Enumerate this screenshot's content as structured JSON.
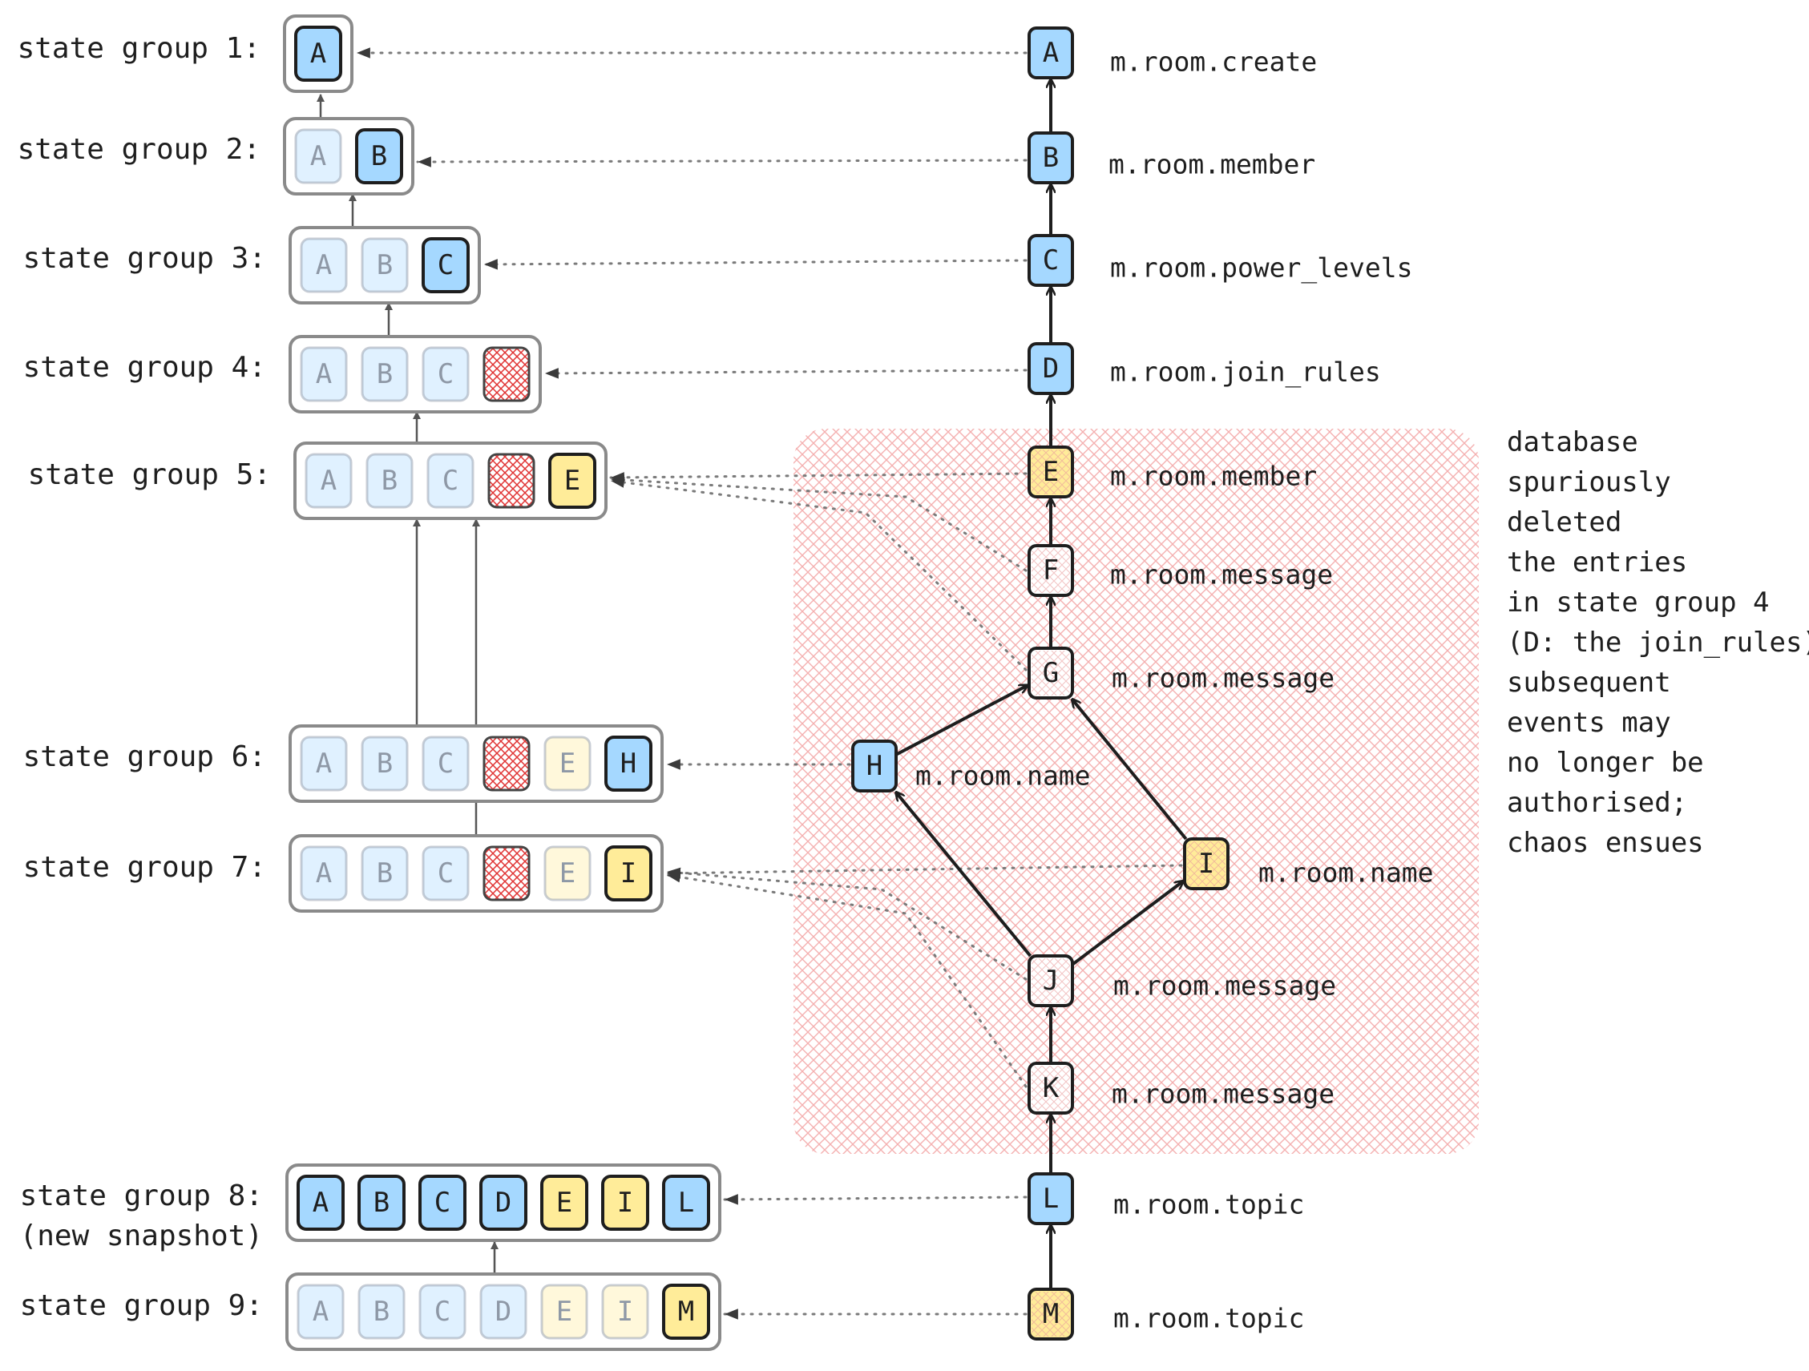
{
  "colors": {
    "member_state": "#a5d8ff",
    "auth_state": "#ffec99",
    "deleted": "#e03131",
    "deleted_zone": "#ffc9c9",
    "stroke": "#1e1e1e",
    "muted_stroke": "#9aa4b2",
    "link": "#7a7a7a"
  },
  "state_groups": [
    {
      "id": "sg1",
      "label": "state group 1:",
      "label2": "",
      "slots": [
        {
          "letter": "A",
          "color": "blue",
          "mode": "new"
        }
      ]
    },
    {
      "id": "sg2",
      "label": "state group 2:",
      "label2": "",
      "slots": [
        {
          "letter": "A",
          "color": "blue",
          "mode": "inherited"
        },
        {
          "letter": "B",
          "color": "blue",
          "mode": "new"
        }
      ]
    },
    {
      "id": "sg3",
      "label": "state group 3:",
      "label2": "",
      "slots": [
        {
          "letter": "A",
          "color": "blue",
          "mode": "inherited"
        },
        {
          "letter": "B",
          "color": "blue",
          "mode": "inherited"
        },
        {
          "letter": "C",
          "color": "blue",
          "mode": "new"
        }
      ]
    },
    {
      "id": "sg4",
      "label": "state group 4:",
      "label2": "",
      "slots": [
        {
          "letter": "A",
          "color": "blue",
          "mode": "inherited"
        },
        {
          "letter": "B",
          "color": "blue",
          "mode": "inherited"
        },
        {
          "letter": "C",
          "color": "blue",
          "mode": "inherited"
        },
        {
          "letter": "",
          "color": "red",
          "mode": "deleted"
        }
      ]
    },
    {
      "id": "sg5",
      "label": "state group 5:",
      "label2": "",
      "slots": [
        {
          "letter": "A",
          "color": "blue",
          "mode": "inherited"
        },
        {
          "letter": "B",
          "color": "blue",
          "mode": "inherited"
        },
        {
          "letter": "C",
          "color": "blue",
          "mode": "inherited"
        },
        {
          "letter": "",
          "color": "red",
          "mode": "deleted"
        },
        {
          "letter": "E",
          "color": "yellow",
          "mode": "new"
        }
      ]
    },
    {
      "id": "sg6",
      "label": "state group 6:",
      "label2": "",
      "slots": [
        {
          "letter": "A",
          "color": "blue",
          "mode": "inherited"
        },
        {
          "letter": "B",
          "color": "blue",
          "mode": "inherited"
        },
        {
          "letter": "C",
          "color": "blue",
          "mode": "inherited"
        },
        {
          "letter": "",
          "color": "red",
          "mode": "deleted"
        },
        {
          "letter": "E",
          "color": "yellow",
          "mode": "inherited"
        },
        {
          "letter": "H",
          "color": "blue",
          "mode": "new"
        }
      ]
    },
    {
      "id": "sg7",
      "label": "state group 7:",
      "label2": "",
      "slots": [
        {
          "letter": "A",
          "color": "blue",
          "mode": "inherited"
        },
        {
          "letter": "B",
          "color": "blue",
          "mode": "inherited"
        },
        {
          "letter": "C",
          "color": "blue",
          "mode": "inherited"
        },
        {
          "letter": "",
          "color": "red",
          "mode": "deleted"
        },
        {
          "letter": "E",
          "color": "yellow",
          "mode": "inherited"
        },
        {
          "letter": "I",
          "color": "yellow",
          "mode": "new"
        }
      ]
    },
    {
      "id": "sg8",
      "label": "state group 8:",
      "label2": "(new snapshot)",
      "slots": [
        {
          "letter": "A",
          "color": "blue",
          "mode": "new"
        },
        {
          "letter": "B",
          "color": "blue",
          "mode": "new"
        },
        {
          "letter": "C",
          "color": "blue",
          "mode": "new"
        },
        {
          "letter": "D",
          "color": "blue",
          "mode": "new"
        },
        {
          "letter": "E",
          "color": "yellow",
          "mode": "new"
        },
        {
          "letter": "I",
          "color": "yellow",
          "mode": "new"
        },
        {
          "letter": "L",
          "color": "blue",
          "mode": "new"
        }
      ]
    },
    {
      "id": "sg9",
      "label": "state group 9:",
      "label2": "",
      "slots": [
        {
          "letter": "A",
          "color": "blue",
          "mode": "inherited"
        },
        {
          "letter": "B",
          "color": "blue",
          "mode": "inherited"
        },
        {
          "letter": "C",
          "color": "blue",
          "mode": "inherited"
        },
        {
          "letter": "D",
          "color": "blue",
          "mode": "inherited"
        },
        {
          "letter": "E",
          "color": "yellow",
          "mode": "inherited"
        },
        {
          "letter": "I",
          "color": "yellow",
          "mode": "inherited"
        },
        {
          "letter": "M",
          "color": "yellow",
          "mode": "new"
        }
      ]
    }
  ],
  "events": [
    {
      "id": "A",
      "letter": "A",
      "label": "m.room.create",
      "style": "blue"
    },
    {
      "id": "B",
      "letter": "B",
      "label": "m.room.member",
      "style": "blue"
    },
    {
      "id": "C",
      "letter": "C",
      "label": "m.room.power_levels",
      "style": "blue"
    },
    {
      "id": "D",
      "letter": "D",
      "label": "m.room.join_rules",
      "style": "blue"
    },
    {
      "id": "E",
      "letter": "E",
      "label": "m.room.member",
      "style": "yellow"
    },
    {
      "id": "F",
      "letter": "F",
      "label": "m.room.message",
      "style": "plain"
    },
    {
      "id": "G",
      "letter": "G",
      "label": "m.room.message",
      "style": "plain"
    },
    {
      "id": "H",
      "letter": "H",
      "label": "m.room.name",
      "style": "blue"
    },
    {
      "id": "I",
      "letter": "I",
      "label": "m.room.name",
      "style": "yellow"
    },
    {
      "id": "J",
      "letter": "J",
      "label": "m.room.message",
      "style": "plain"
    },
    {
      "id": "K",
      "letter": "K",
      "label": "m.room.message",
      "style": "plain"
    },
    {
      "id": "L",
      "letter": "L",
      "label": "m.room.topic",
      "style": "blue"
    },
    {
      "id": "M",
      "letter": "M",
      "label": "m.room.topic",
      "style": "yellow"
    }
  ],
  "note_lines": [
    "database",
    "spuriously",
    "deleted",
    "the entries",
    "in state group 4",
    "(D: the join_rules);",
    "subsequent",
    "events may",
    "no longer be",
    "authorised;",
    "chaos ensues"
  ]
}
